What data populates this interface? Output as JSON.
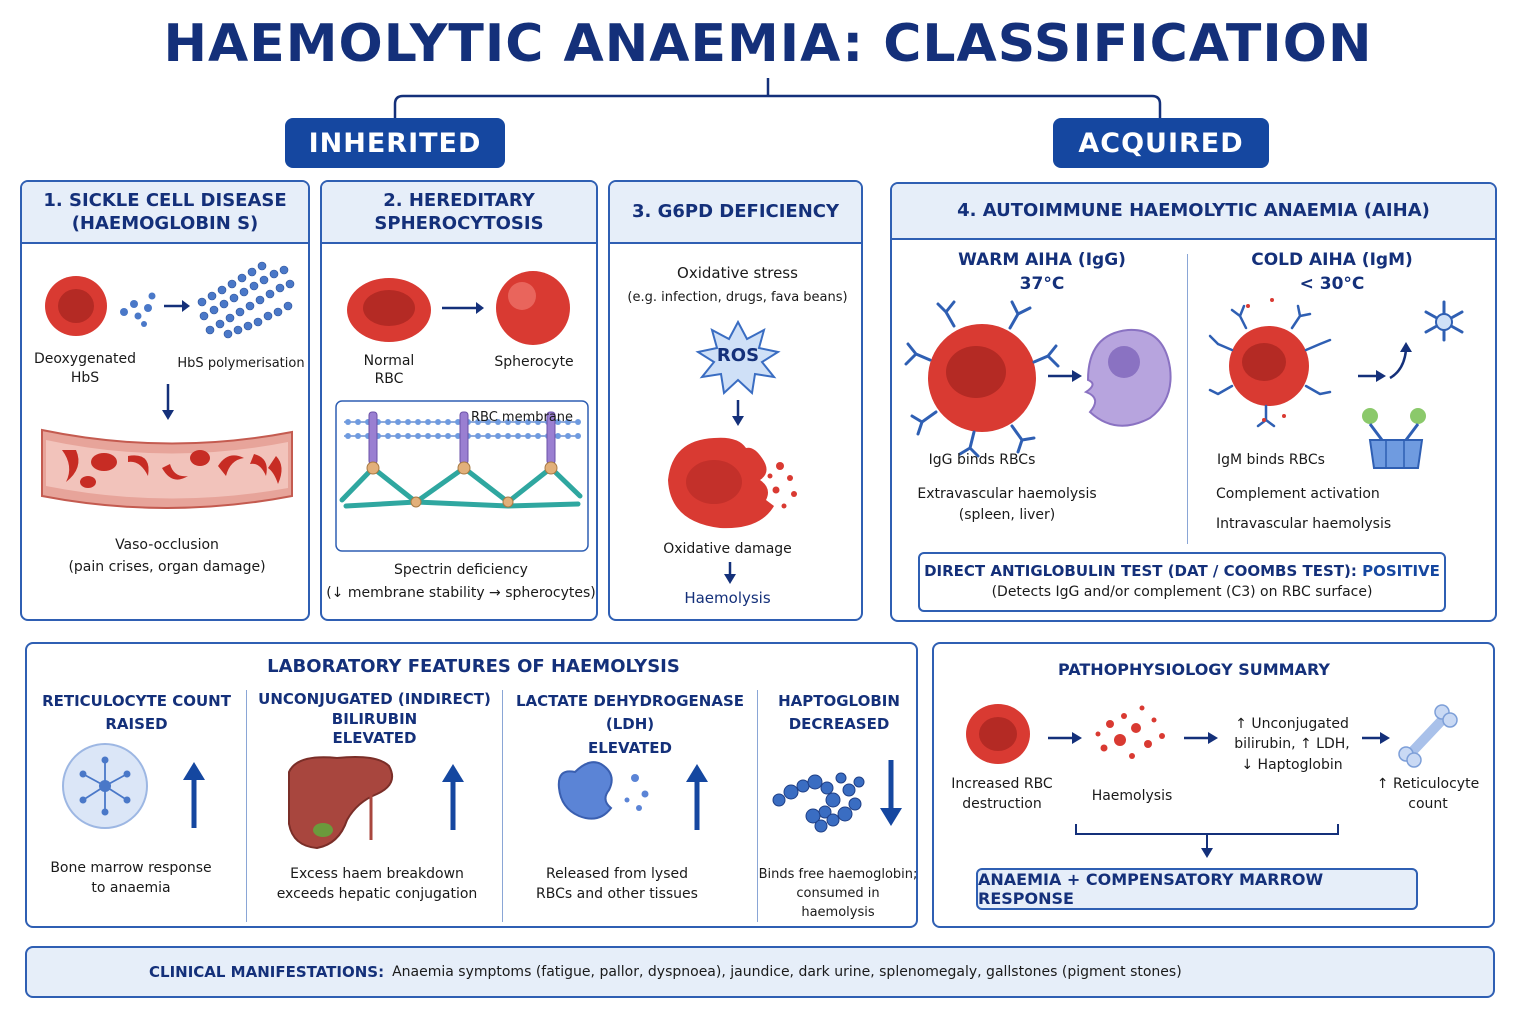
{
  "title": "HAEMOLYTIC ANAEMIA: CLASSIFICATION",
  "categories": {
    "inherited": "INHERITED",
    "acquired": "ACQUIRED"
  },
  "colors": {
    "navy": "#14307a",
    "accent_blue": "#1547a0",
    "panel_header": "#e6eef9",
    "rbc_red": "#d93a32"
  },
  "sickle": {
    "heading": "1. SICKLE CELL DISEASE\n(HAEMOGLOBIN S)",
    "label_deoxy": "Deoxygenated\nHbS",
    "label_polymer": "HbS polymerisation",
    "caption_title": "Vaso-occlusion",
    "caption_sub": "(pain crises, organ damage)"
  },
  "spherocytosis": {
    "heading": "2. HEREDITARY\nSPHEROCYTOSIS",
    "label_normal": "Normal\nRBC",
    "label_spherocyte": "Spherocyte",
    "membrane_label": "RBC membrane",
    "caption_title": "Spectrin deficiency",
    "caption_sub": "(↓ membrane stability → spherocytes)"
  },
  "g6pd": {
    "heading": "3. G6PD DEFICIENCY",
    "stress_title": "Oxidative stress",
    "stress_sub": "(e.g. infection, drugs, fava beans)",
    "ros_label": "ROS",
    "damage_label": "Oxidative damage",
    "result_label": "Haemolysis"
  },
  "aiha": {
    "heading": "4. AUTOIMMUNE HAEMOLYTIC ANAEMIA (AIHA)",
    "warm_title": "WARM AIHA (IgG)",
    "warm_temp": "37°C",
    "warm_bind": "IgG binds RBCs",
    "warm_effect": "Extravascular haemolysis\n(spleen, liver)",
    "cold_title": "COLD AIHA (IgM)",
    "cold_temp": "< 30°C",
    "cold_bind": "IgM binds RBCs",
    "cold_complement": "Complement activation",
    "cold_effect": "Intravascular haemolysis",
    "dat_title": "DIRECT ANTIGLOBULIN TEST (DAT / COOMBS TEST): ",
    "dat_result": "POSITIVE",
    "dat_sub": "(Detects IgG and/or complement (C3) on RBC surface)"
  },
  "lab": {
    "heading": "LABORATORY FEATURES OF HAEMOLYSIS",
    "items": [
      {
        "title": "RETICULOCYTE COUNT\nRAISED",
        "direction": "up",
        "caption": "Bone marrow response\nto anaemia"
      },
      {
        "title": "UNCONJUGATED (INDIRECT)\nBILIRUBIN\nELEVATED",
        "direction": "up",
        "caption": "Excess haem breakdown\nexceeds hepatic conjugation"
      },
      {
        "title": "LACTATE DEHYDROGENASE (LDH)\nELEVATED",
        "direction": "up",
        "caption": "Released from lysed\nRBCs and other tissues"
      },
      {
        "title": "HAPTOGLOBIN\nDECREASED",
        "direction": "down",
        "caption": "Binds free haemoglobin;\nconsumed in haemolysis"
      }
    ]
  },
  "pathophys": {
    "heading": "PATHOPHYSIOLOGY SUMMARY",
    "step1": "Increased RBC\ndestruction",
    "step2": "Haemolysis",
    "step3": "↑ Unconjugated\nbilirubin, ↑ LDH,\n↓ Haptoglobin",
    "step4": "↑ Reticulocyte\ncount",
    "result": "ANAEMIA  +  COMPENSATORY MARROW RESPONSE"
  },
  "clinical": {
    "label": "CLINICAL MANIFESTATIONS:",
    "text": "Anaemia symptoms (fatigue, pallor, dyspnoea), jaundice, dark urine, splenomegaly, gallstones (pigment stones)"
  }
}
